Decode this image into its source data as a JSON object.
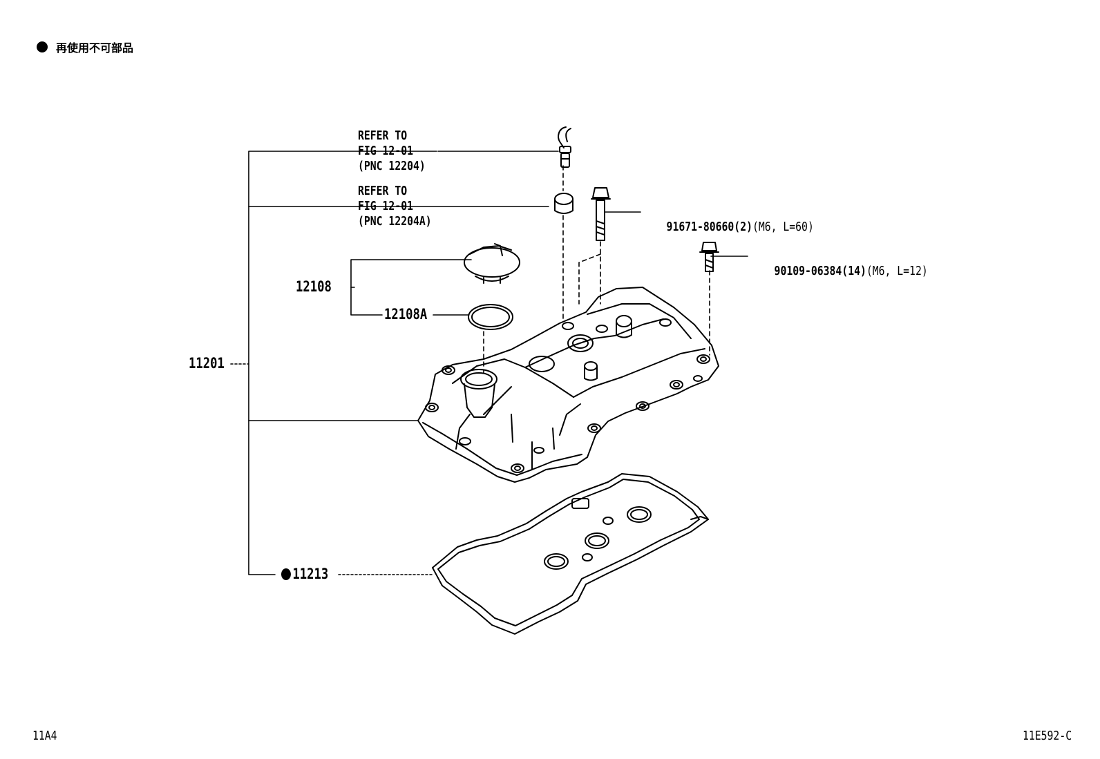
{
  "legend": {
    "text": "再使用不可部品"
  },
  "callouts": {
    "refer1": {
      "line1": "REFER TO",
      "line2": "FIG 12-01",
      "line3": "(PNC 12204)"
    },
    "refer2": {
      "line1": "REFER TO",
      "line2": "FIG 12-01",
      "line3": "(PNC 12204A)"
    },
    "bolt_long": {
      "part": "91671-80660(2)",
      "spec": "(M6, L=60)"
    },
    "bolt_short": {
      "part": "90109-06384(14)",
      "spec": "(M6, L=12)"
    },
    "cap": "12108",
    "cap_gasket": "12108A",
    "cover": "11201",
    "gasket": "11213"
  },
  "footer": {
    "left": "11A4",
    "right": "11E592-C"
  }
}
